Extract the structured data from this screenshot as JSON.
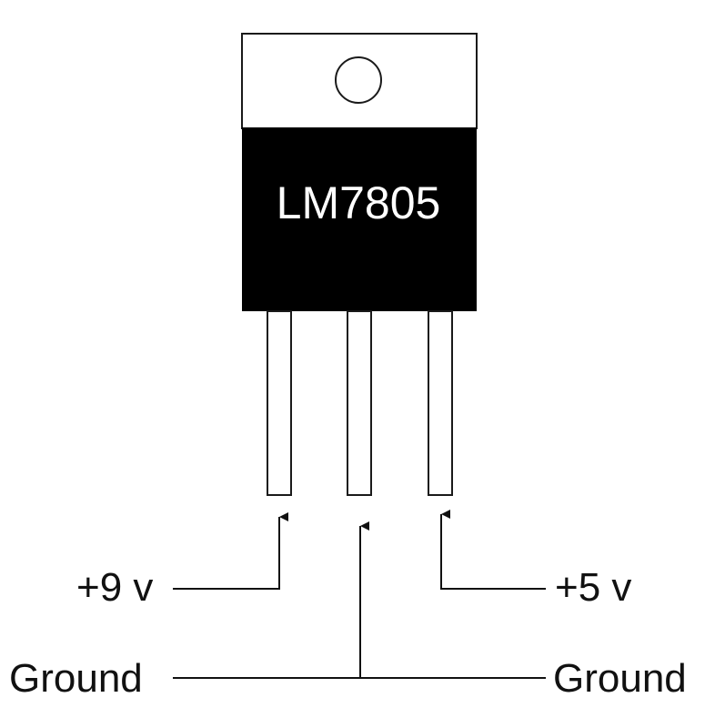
{
  "component": {
    "part_number": "LM7805"
  },
  "labels": {
    "input": "+9 v",
    "output": "+5 v",
    "ground_left": "Ground",
    "ground_right": "Ground"
  },
  "colors": {
    "body": "#000000",
    "tab": "#ffffff",
    "outline": "#1a1a1a",
    "text_on_body": "#ffffff"
  }
}
